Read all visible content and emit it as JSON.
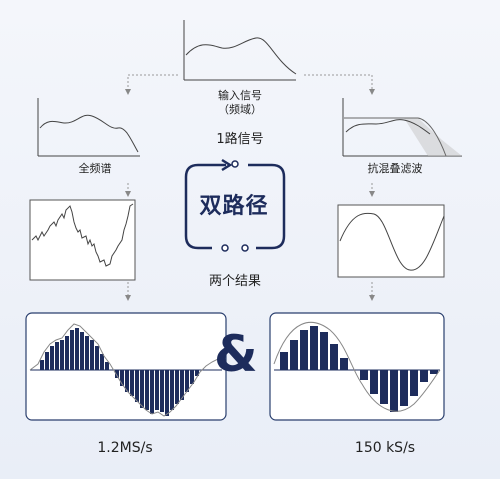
{
  "input": {
    "title_line1": "输入信号",
    "title_line2": "（频域）"
  },
  "one_path": "1路信号",
  "left_branch": {
    "label": "全频谱",
    "rate": "1.2MS/s"
  },
  "right_branch": {
    "label": "抗混叠滤波",
    "rate": "150 kS/s"
  },
  "center": {
    "title": "双路径",
    "subtitle": "两个结果"
  },
  "ampersand": "&",
  "colors": {
    "accent": "#1d2c5c",
    "line": "#555555",
    "arrow": "#999999"
  }
}
